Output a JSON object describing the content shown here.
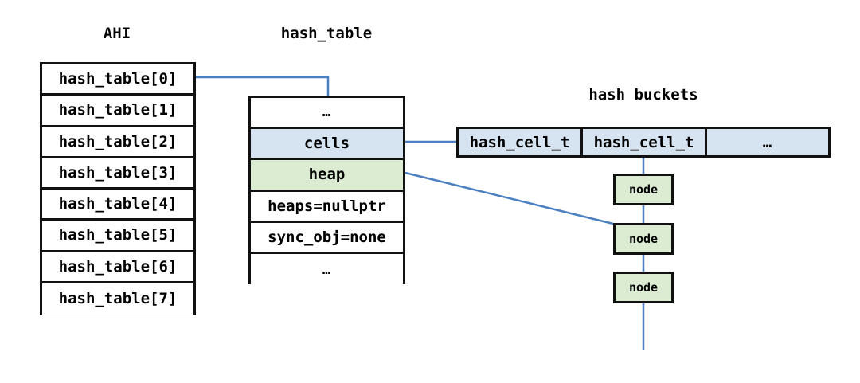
{
  "captions": {
    "ahi": "AHI",
    "hash_table": "hash_table",
    "hash_buckets": "hash buckets"
  },
  "ahi_table": {
    "rows": [
      "hash_table[0]",
      "hash_table[1]",
      "hash_table[2]",
      "hash_table[3]",
      "hash_table[4]",
      "hash_table[5]",
      "hash_table[6]",
      "hash_table[7]"
    ]
  },
  "struct_table": {
    "rows": [
      {
        "label": "…",
        "fill": "white"
      },
      {
        "label": "cells",
        "fill": "#d6e4f2"
      },
      {
        "label": "heap",
        "fill": "#dcecd3"
      },
      {
        "label": "heaps=nullptr",
        "fill": "white"
      },
      {
        "label": "sync_obj=none",
        "fill": "white"
      },
      {
        "label": "…",
        "fill": "white"
      }
    ]
  },
  "hash_buckets": {
    "cells": [
      "hash_cell_t",
      "hash_cell_t",
      "…"
    ]
  },
  "node_chain": {
    "nodes": [
      "node",
      "node",
      "node"
    ]
  },
  "colors": {
    "connector": "#4a7fc1",
    "border": "#111111",
    "fill_blue": "#d6e4f2",
    "fill_green": "#dcecd3",
    "background": "#ffffff"
  }
}
